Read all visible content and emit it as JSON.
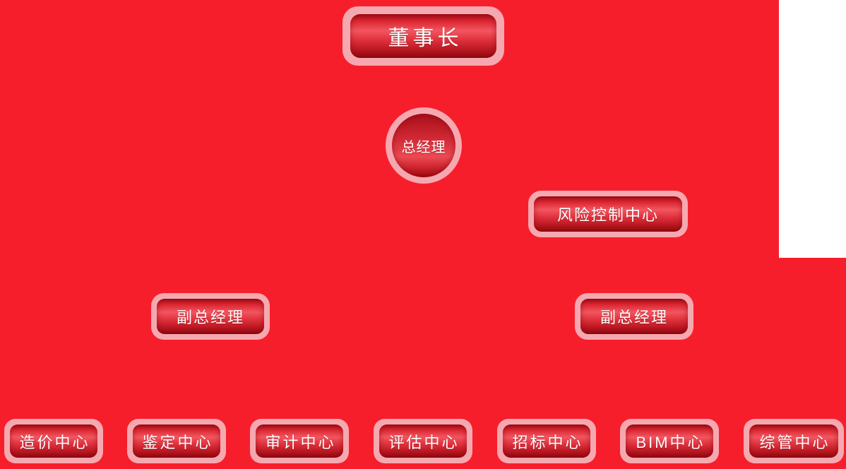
{
  "page": {
    "background_color": "#f71e2b",
    "node_border_color": "#f6a8b0",
    "node_text_color": "#ffffff",
    "node_gradient_top": "#9e0e16",
    "node_gradient_highlight": "#f25660",
    "node_gradient_bottom": "#930810"
  },
  "nodes": {
    "chairman": {
      "label": "董事长"
    },
    "general_manager": {
      "label": "总经理"
    },
    "risk_control_center": {
      "label": "风险控制中心"
    },
    "vice_general_manager_left": {
      "label": "副总经理"
    },
    "vice_general_manager_right": {
      "label": "副总经理"
    },
    "departments": [
      {
        "label": "造价中心"
      },
      {
        "label": "鉴定中心"
      },
      {
        "label": "审计中心"
      },
      {
        "label": "评估中心"
      },
      {
        "label": "招标中心"
      },
      {
        "label": "BIM中心"
      },
      {
        "label": "综管中心"
      }
    ]
  }
}
